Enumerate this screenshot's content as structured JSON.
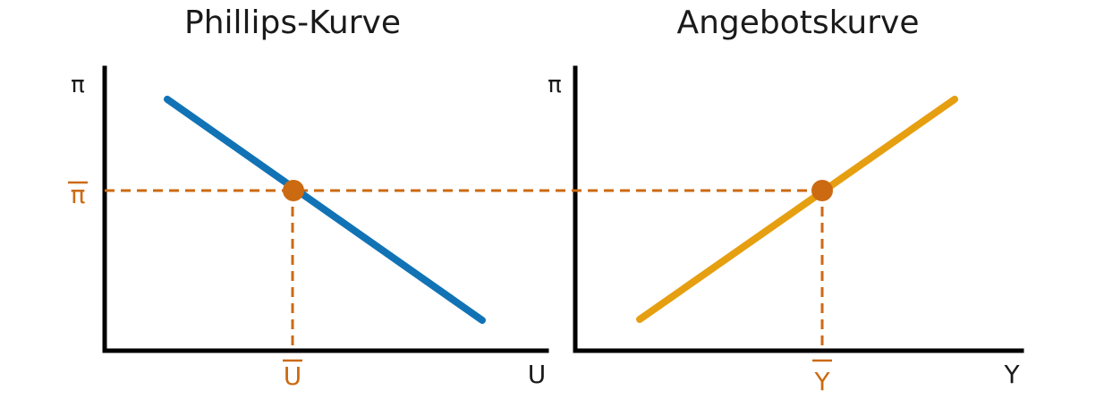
{
  "left_panel": {
    "title": "Phillips-Kurve",
    "y_axis_label": "π",
    "x_axis_label": "U",
    "marker_x_label": "U",
    "marker_y_label": "π",
    "curve_color": "#1173b5",
    "curve_slope": "falling"
  },
  "right_panel": {
    "title": "Angebotskurve",
    "y_axis_label": "π",
    "x_axis_label": "Y",
    "marker_x_label": "Y",
    "curve_color": "#e69f10",
    "curve_slope": "rising"
  },
  "colors": {
    "highlight": "#cc6a12",
    "axis": "#000000",
    "text": "#1a1a1a"
  },
  "guides": {
    "style": "dashed",
    "horizontal_guide_connects_panels": true
  }
}
